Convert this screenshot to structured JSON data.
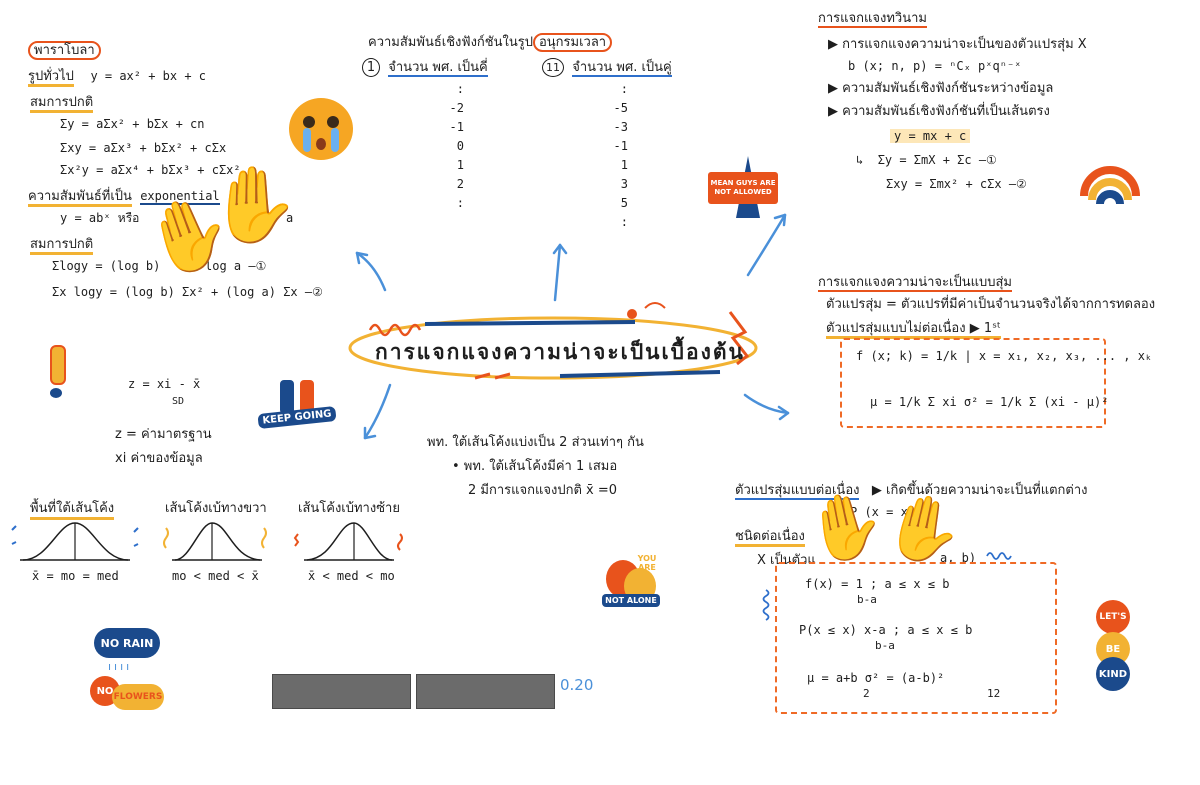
{
  "topleft": {
    "title": "พาราโบลา",
    "general": "รูปทั่วไป",
    "general_eq": "y = ax² + bx + c",
    "normal_head": "สมการปกติ",
    "eq1": "Σy   =  aΣx² + bΣx + cn",
    "eq2": "Σxy  =  aΣx³ + bΣx² + cΣx",
    "eq3": "Σx²y =  aΣx⁴ + bΣx³ + cΣx²",
    "exp_head": "ความสัมพันธ์ที่เป็น",
    "exp_word": "exponential",
    "exp_eq": "y = abˣ  หรือ",
    "exp_eq_end": "a",
    "normal_head2": "สมการปกติ",
    "eq4": "Σlogy   =  (log b)",
    "eq4_end": "log a   —①",
    "eq5": "Σx logy  =  (log b) Σx² + (log a) Σx   —②"
  },
  "zscore": {
    "formula": "z  =  xi - x̄",
    "denom": "SD",
    "line1": "z =  ค่ามาตรฐาน",
    "line2": "xi  ค่าของข้อมูล"
  },
  "curves": {
    "c1_title": "พื้นที่ใต้เส้นโค้ง",
    "c1_label": "x̄ = mo = med",
    "c2_title": "เส้นโค้งเบ้ทางขวา",
    "c2_label": "mo < med < x̄",
    "c3_title": "เส้นโค้งเบ้ทางซ้าย",
    "c3_label": "x̄ < med < mo"
  },
  "timeseries": {
    "title_a": "ความสัมพันธ์เชิงฟังก์ชันในรูป",
    "title_b": "อนุกรมเวลา",
    "odd_num": "1",
    "odd_label": "จำนวน  พศ. เป็นคี่",
    "even_num": "11",
    "even_label": "จำนวน  พศ. เป็นคู่",
    "odd_values": [
      ":",
      "-2",
      "-1",
      "0",
      "1",
      "2",
      ":"
    ],
    "even_values": [
      ":",
      "-5",
      "-3",
      "-1",
      "1",
      "3",
      "5",
      ":"
    ]
  },
  "center": {
    "main_title": "การแจกแจงความน่าจะเป็นเบื้องต้น",
    "note1": "พท. ใต้เส้นโค้งแบ่งเป็น   2 ส่วนเท่าๆ กัน",
    "note2": "• พท. ใต้เส้นโค้งมีค่า  1  เสมอ",
    "note3": "2   มีการแจกแจงปกติ  x̄ =0",
    "page_label": "0.20"
  },
  "binomial": {
    "title": "การแจกแจงทวินาม",
    "b1": "การแจกแจงความน่าจะเป็นของตัวแปรสุ่ม  X",
    "b1_eq": "b (x; n, p) = ⁿCₓ pˣqⁿ⁻ˣ",
    "b2": "ความสัมพันธ์เชิงฟังก์ชันระหว่างข้อมูล",
    "b3": "ความสัมพันธ์เชิงฟังก์ชันที่เป็นเส้นตรง",
    "line_eq": "y = mx + c",
    "sum1": "Σy = ΣmX + Σc   —①",
    "sum2": "Σxy = Σmx² + cΣx   —②"
  },
  "uniform_discrete": {
    "title": "การแจกแจงความน่าจะเป็นแบบสุ่ม",
    "def1": "ตัวแปรสุ่ม =  ตัวแปรที่มีค่าเป็นจำนวนจริงได้จากการทดลอง",
    "def2": "ตัวแปรสุ่มแบบไม่ต่อเนื่อง   ▶  1ˢᵗ",
    "f_eq": "f (x; k) = 1/k |   x = x₁, x₂, x₃, ... , xₖ",
    "mu_eq": "μ = 1/k Σ xi       σ² = 1/k Σ (xi - μ)²"
  },
  "continuous": {
    "title": "ตัวแปรสุ่มแบบต่อเนื่อง",
    "title_tail": "▶  เกิดขึ้นด้วยความน่าจะเป็นที่แตกต่าง",
    "sub": "ชนิดต่อเนื่อง",
    "p_eq": "P (x = x)",
    "x_line": "X  เป็นตัวแ",
    "x_line_end": "a, b)",
    "f1": "f(x)  =   1   ;   a ≤ x ≤ b",
    "f1_den": "b-a",
    "f2": "P(x ≤ x)    x-a   ;   a ≤ x ≤ b",
    "f2_den": "b-a",
    "f3": "μ  =   a+b           σ²  =    (a-b)²",
    "f3_den_a": "2",
    "f3_den_b": "12"
  },
  "stickers": {
    "mean": "MEAN GUYS ARE NOT ALLOWED",
    "keep": "KEEP GOING",
    "you": "YOU ARE",
    "not_alone": "NOT ALONE",
    "norain1": "NO RAIN",
    "norain2": "NO",
    "norain3": "FLOWERS",
    "lets": "LET'S",
    "be": "BE",
    "kind": "KIND"
  },
  "colors": {
    "orange": "#e8531c",
    "yellow": "#f2b233",
    "blue": "#1b4a8c",
    "arrow": "#4a90d9"
  }
}
